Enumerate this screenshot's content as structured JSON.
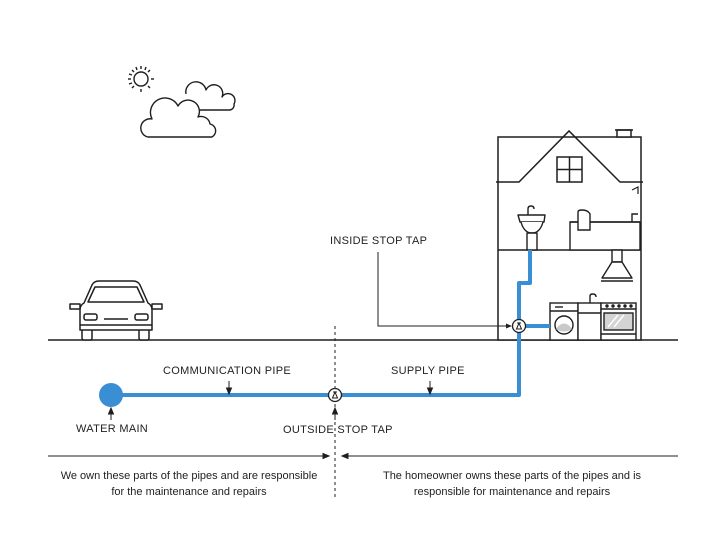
{
  "colors": {
    "pipe": "#3a8fd4",
    "line": "#1f1f1f",
    "text": "#222222",
    "background": "#ffffff"
  },
  "labels": {
    "inside_stop_tap": "INSIDE STOP TAP",
    "communication_pipe": "COMMUNICATION PIPE",
    "supply_pipe": "SUPPLY PIPE",
    "water_main": "WATER MAIN",
    "outside_stop_tap": "OUTSIDE STOP TAP"
  },
  "notes": {
    "left_line1": "We own these parts of the pipes and are responsible",
    "left_line2": "for the maintenance and repairs",
    "right_line1": "The homeowner owns these parts of the pipes and is",
    "right_line2": "responsible for maintenance and repairs"
  },
  "icons": [
    "sun-icon",
    "cloud-icon",
    "car-icon",
    "house-icon",
    "sink-icon",
    "bath-icon",
    "cooker-hood-icon",
    "washing-machine-icon",
    "oven-icon",
    "stop-tap-icon"
  ]
}
